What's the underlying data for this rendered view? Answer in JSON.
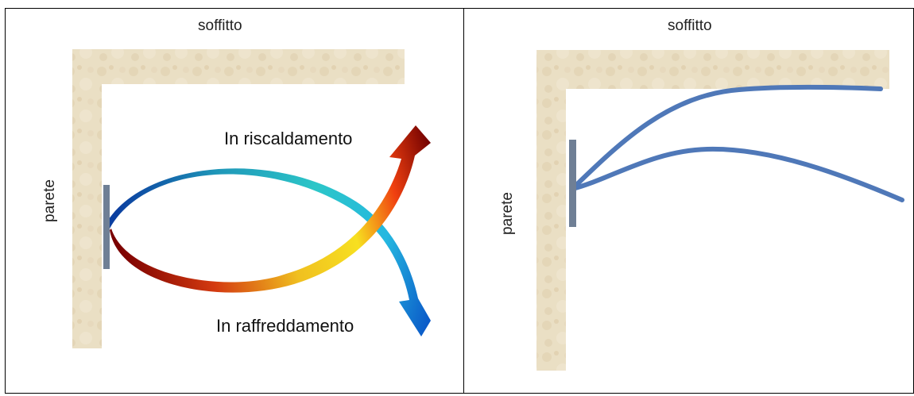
{
  "left_panel": {
    "ceiling_label": "soffitto",
    "wall_label": "parete",
    "heating_label": "In riscaldamento",
    "cooling_label": "In raffreddamento"
  },
  "right_panel": {
    "ceiling_label": "soffitto",
    "wall_label": "parete"
  },
  "colors": {
    "plaster": "#e9dcc0",
    "wall_unit": "#6f7f95",
    "airflow_line": "#4f78b8"
  }
}
